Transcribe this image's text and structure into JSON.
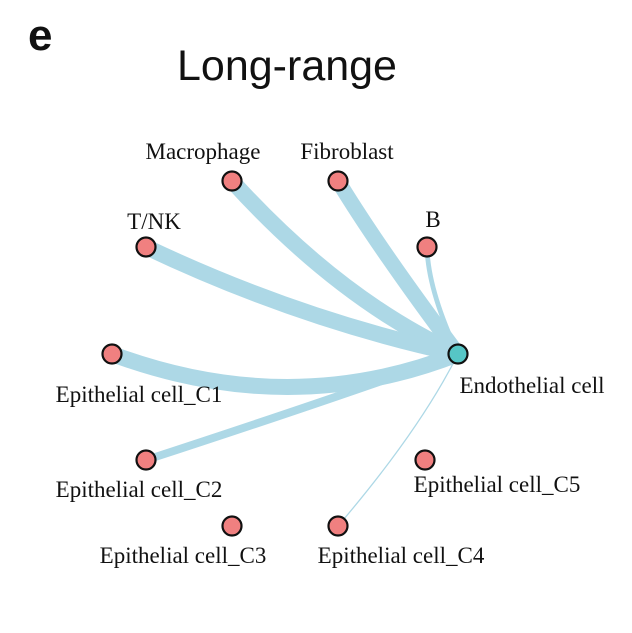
{
  "panel_letter": "e",
  "title": "Long-range",
  "colors": {
    "edge": "#add8e6",
    "source_node": "#f08080",
    "target_node": "#56c6c6",
    "node_outline": "#111111"
  },
  "target": {
    "id": "endo",
    "label": "Endothelial cell"
  },
  "nodes": [
    {
      "id": "macrophage",
      "label": "Macrophage"
    },
    {
      "id": "fibroblast",
      "label": "Fibroblast"
    },
    {
      "id": "tnk",
      "label": "T/NK"
    },
    {
      "id": "b",
      "label": "B"
    },
    {
      "id": "c1",
      "label": "Epithelial cell_C1"
    },
    {
      "id": "c2",
      "label": "Epithelial cell_C2"
    },
    {
      "id": "c3",
      "label": "Epithelial cell_C3"
    },
    {
      "id": "c4",
      "label": "Epithelial cell_C4"
    },
    {
      "id": "c5",
      "label": "Epithelial cell_C5"
    }
  ],
  "edges": [
    {
      "from": "macrophage",
      "to": "endo",
      "weight": 1.0
    },
    {
      "from": "fibroblast",
      "to": "endo",
      "weight": 0.95
    },
    {
      "from": "tnk",
      "to": "endo",
      "weight": 1.0
    },
    {
      "from": "c1",
      "to": "endo",
      "weight": 1.0
    },
    {
      "from": "c2",
      "to": "endo",
      "weight": 0.5
    },
    {
      "from": "b",
      "to": "endo",
      "weight": 0.3
    },
    {
      "from": "c4",
      "to": "endo",
      "weight": 0.08
    }
  ]
}
